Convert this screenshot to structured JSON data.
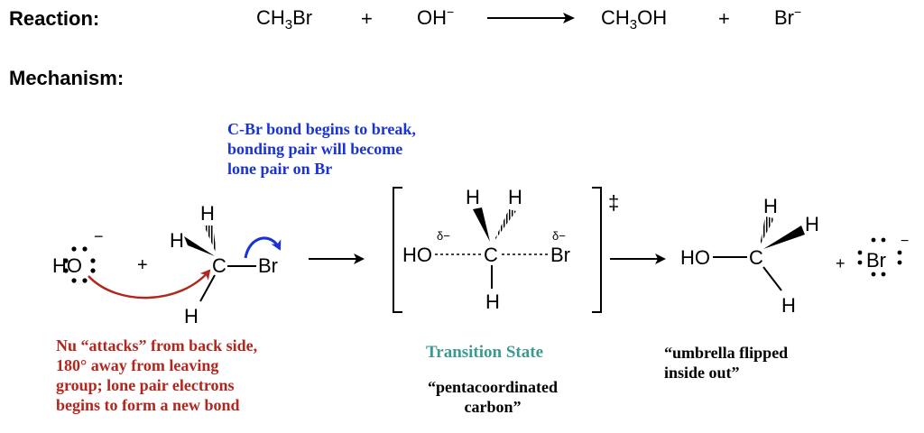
{
  "reaction": {
    "label": "Reaction:",
    "reactant1_main": "CH",
    "reactant1_sub": "3",
    "reactant1_tail": "Br",
    "plus1": "+",
    "reactant2_main": "OH",
    "reactant2_sup": "−",
    "product1_main": "CH",
    "product1_sub": "3",
    "product1_tail": "OH",
    "plus2": "+",
    "product2_main": "Br",
    "product2_sup": "−"
  },
  "mechanism": {
    "label": "Mechanism:",
    "notes": {
      "bond_break": [
        "C-Br bond begins to break,",
        "bonding pair will become",
        "lone pair on Br"
      ],
      "nu_attack": [
        "Nu “attacks” from back side,",
        "180° away from leaving",
        "group; lone pair electrons",
        "begins to form a new bond"
      ],
      "transition_state": "Transition State",
      "pentacoordinated": [
        "“pentacoordinated",
        "carbon”"
      ],
      "umbrella": [
        "“umbrella flipped",
        "inside out”"
      ]
    },
    "atoms": {
      "ho": "HO",
      "charge_minus": "−",
      "plus": "+",
      "h": "H",
      "c": "C",
      "br": "Br",
      "delta_minus": "δ−",
      "double_dagger": "‡"
    }
  },
  "colors": {
    "blue": "#1a33d6",
    "red": "#b3261e",
    "teal": "#3c9a8f"
  }
}
